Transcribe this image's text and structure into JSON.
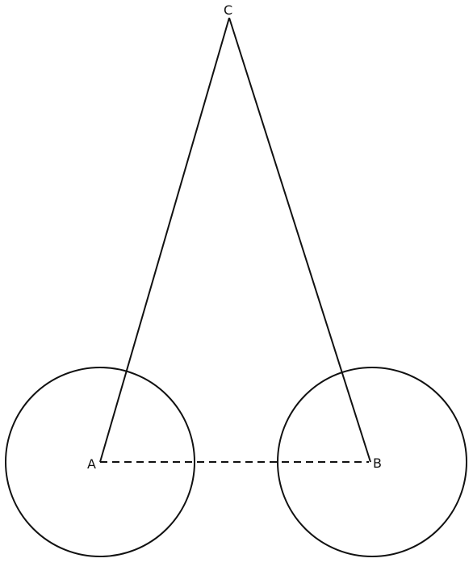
{
  "diagram": {
    "points": {
      "a": {
        "label": "A"
      },
      "b": {
        "label": "B"
      },
      "c": {
        "label": "C"
      }
    },
    "colors": {
      "stroke": "#111111",
      "background": "#ffffff"
    }
  }
}
